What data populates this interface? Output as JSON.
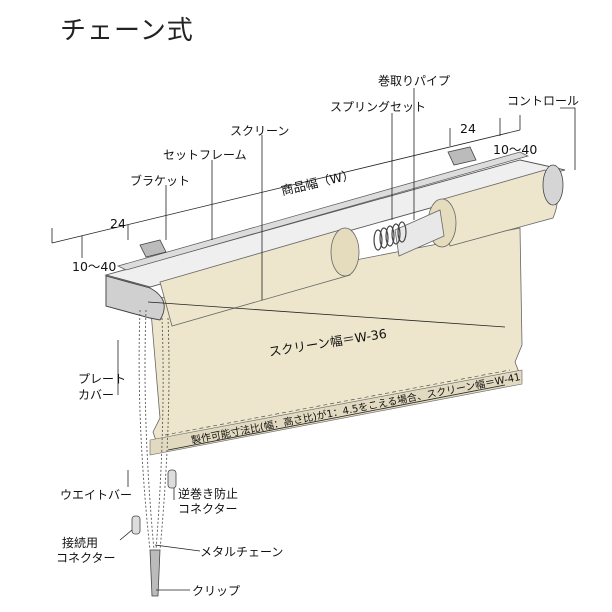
{
  "title": "チェーン式",
  "labels": {
    "makitori_pipe": "巻取りパイプ",
    "spring_set": "スプリングセット",
    "control": "コントロール",
    "screen": "スクリーン",
    "set_frame": "セットフレーム",
    "bracket": "ブラケット",
    "plate_cover_1": "プレート",
    "plate_cover_2": "カバー",
    "weight_bar": "ウエイトバー",
    "reverse_stop_1": "逆巻き防止",
    "reverse_stop_2": "コネクター",
    "connection_1": "接続用",
    "connection_2": "コネクター",
    "metal_chain": "メタルチェーン",
    "clip": "クリップ"
  },
  "dimensions": {
    "product_width": "商品幅（W）",
    "left_24": "24",
    "left_range": "10～40",
    "right_24": "24",
    "right_range": "10～40",
    "screen_width": "スクリーン幅＝W-36",
    "screen_width_alt": "製作可能寸法比(幅：高さ比)が1：4.5をこえる場合、スクリーン幅＝W-41"
  },
  "colors": {
    "fabric": "#ede6cc",
    "fabric_dark": "#ddd3b0",
    "metal": "#c9c9c9",
    "metal_light": "#e9e9e9",
    "line": "#333333"
  }
}
